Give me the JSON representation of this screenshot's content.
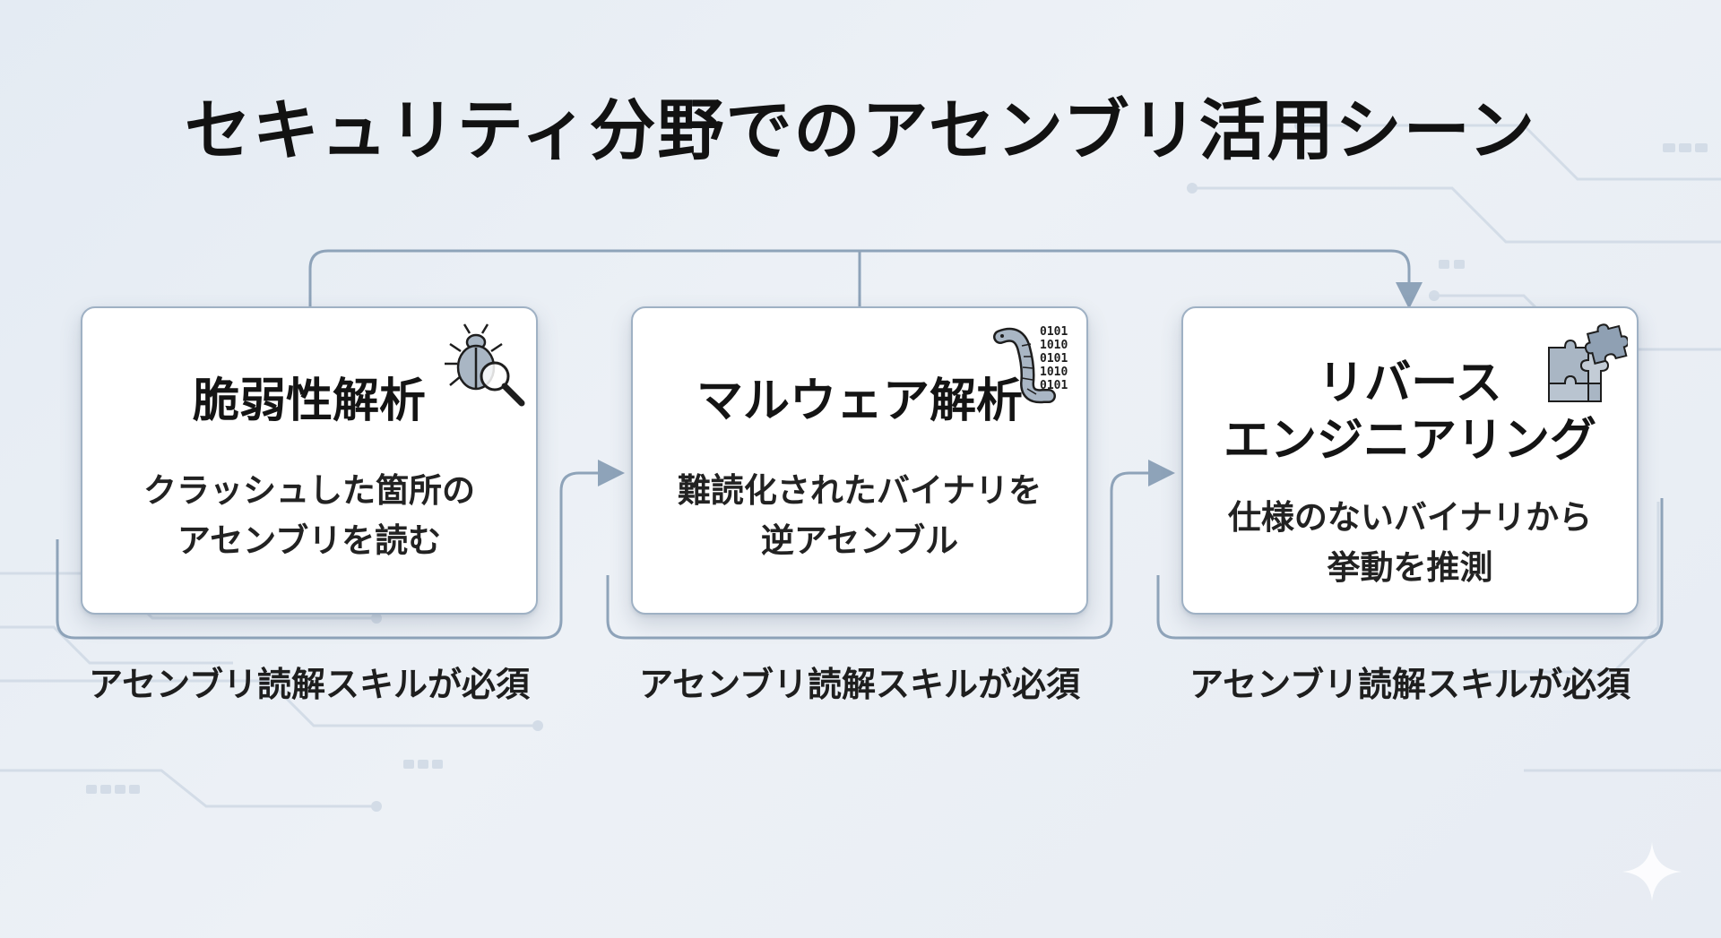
{
  "title": "セキュリティ分野でのアセンブリ活用シーン",
  "colors": {
    "connector": "#8ea3b9",
    "card_border": "#9fb1c4",
    "background": "#e8edf4"
  },
  "cards": [
    {
      "title_lines": [
        "脆弱性解析"
      ],
      "desc_lines": [
        "クラッシュした箇所の",
        "アセンブリを読む"
      ],
      "icon": "bug-magnifier-icon",
      "binary_rows": []
    },
    {
      "title_lines": [
        "マルウェア解析"
      ],
      "desc_lines": [
        "難読化されたバイナリを",
        "逆アセンブル"
      ],
      "icon": "worm-binary-icon",
      "binary_rows": [
        "0101",
        "1010",
        "0101",
        "1010",
        "0101"
      ]
    },
    {
      "title_lines": [
        "リバース",
        "エンジニアリング"
      ],
      "desc_lines": [
        "仕様のないバイナリから",
        "挙動を推測"
      ],
      "icon": "puzzle-icon",
      "binary_rows": []
    }
  ],
  "notes": [
    "アセンブリ読解スキルが必須",
    "アセンブリ読解スキルが必須",
    "アセンブリ読解スキルが必須"
  ]
}
